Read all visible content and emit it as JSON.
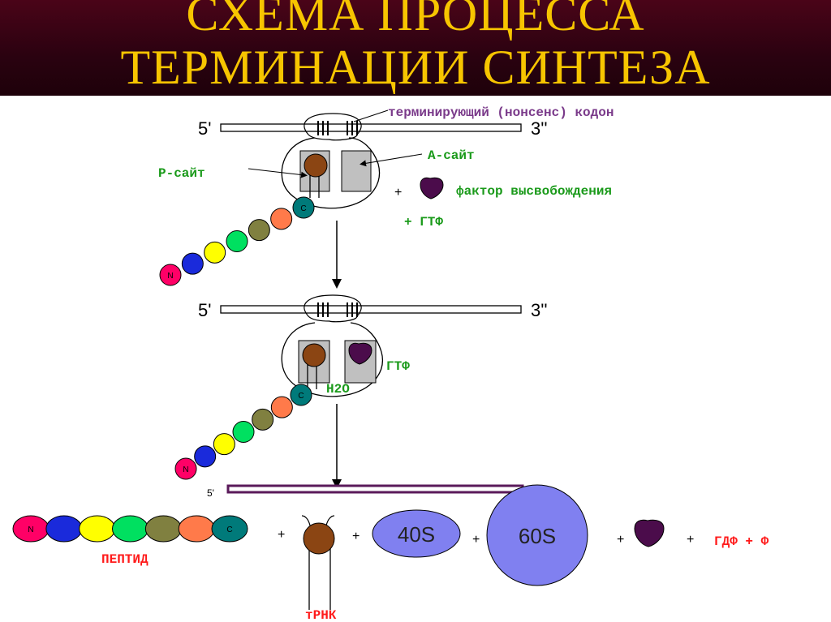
{
  "title": {
    "line1": "СХЕМА ПРОЦЕССА",
    "line2": "ТЕРМИНАЦИИ СИНТЕЗА"
  },
  "labels": {
    "terminating_codon": "терминирующий (нонсенс) кодон",
    "a_site": "А-сайт",
    "p_site": "Р-сайт",
    "release_factor": "фактор высвобождения",
    "plus": "+",
    "gtp_plus": "+ ГТФ",
    "gtp": "ГТФ",
    "h2o": "Н2О",
    "peptide": "ПЕПТИД",
    "trna": "тРНК",
    "small_subunit": "40S",
    "large_subunit": "60S",
    "gdp_p": "ГДФ + Ф",
    "five_prime": "5'",
    "three_prime": "3''",
    "n_term": "N",
    "c_term": "C"
  },
  "colors": {
    "header_bg": "#2a0210",
    "title": "#f7c500",
    "label_green": "#1a9a1a",
    "label_purple": "#7a3a8a",
    "label_red": "#ff1a1a",
    "trna_ball": "#8b4513",
    "release_factor": "#4b0c4b",
    "subunit": "#8080f0",
    "mrna_final": "#5a1a5a",
    "site_box": "#c0c0c0"
  },
  "bead_colors": [
    "#ff0066",
    "#1a2adb",
    "#ffff00",
    "#00e060",
    "#808040",
    "#ff7a4a",
    "#007a7a"
  ]
}
